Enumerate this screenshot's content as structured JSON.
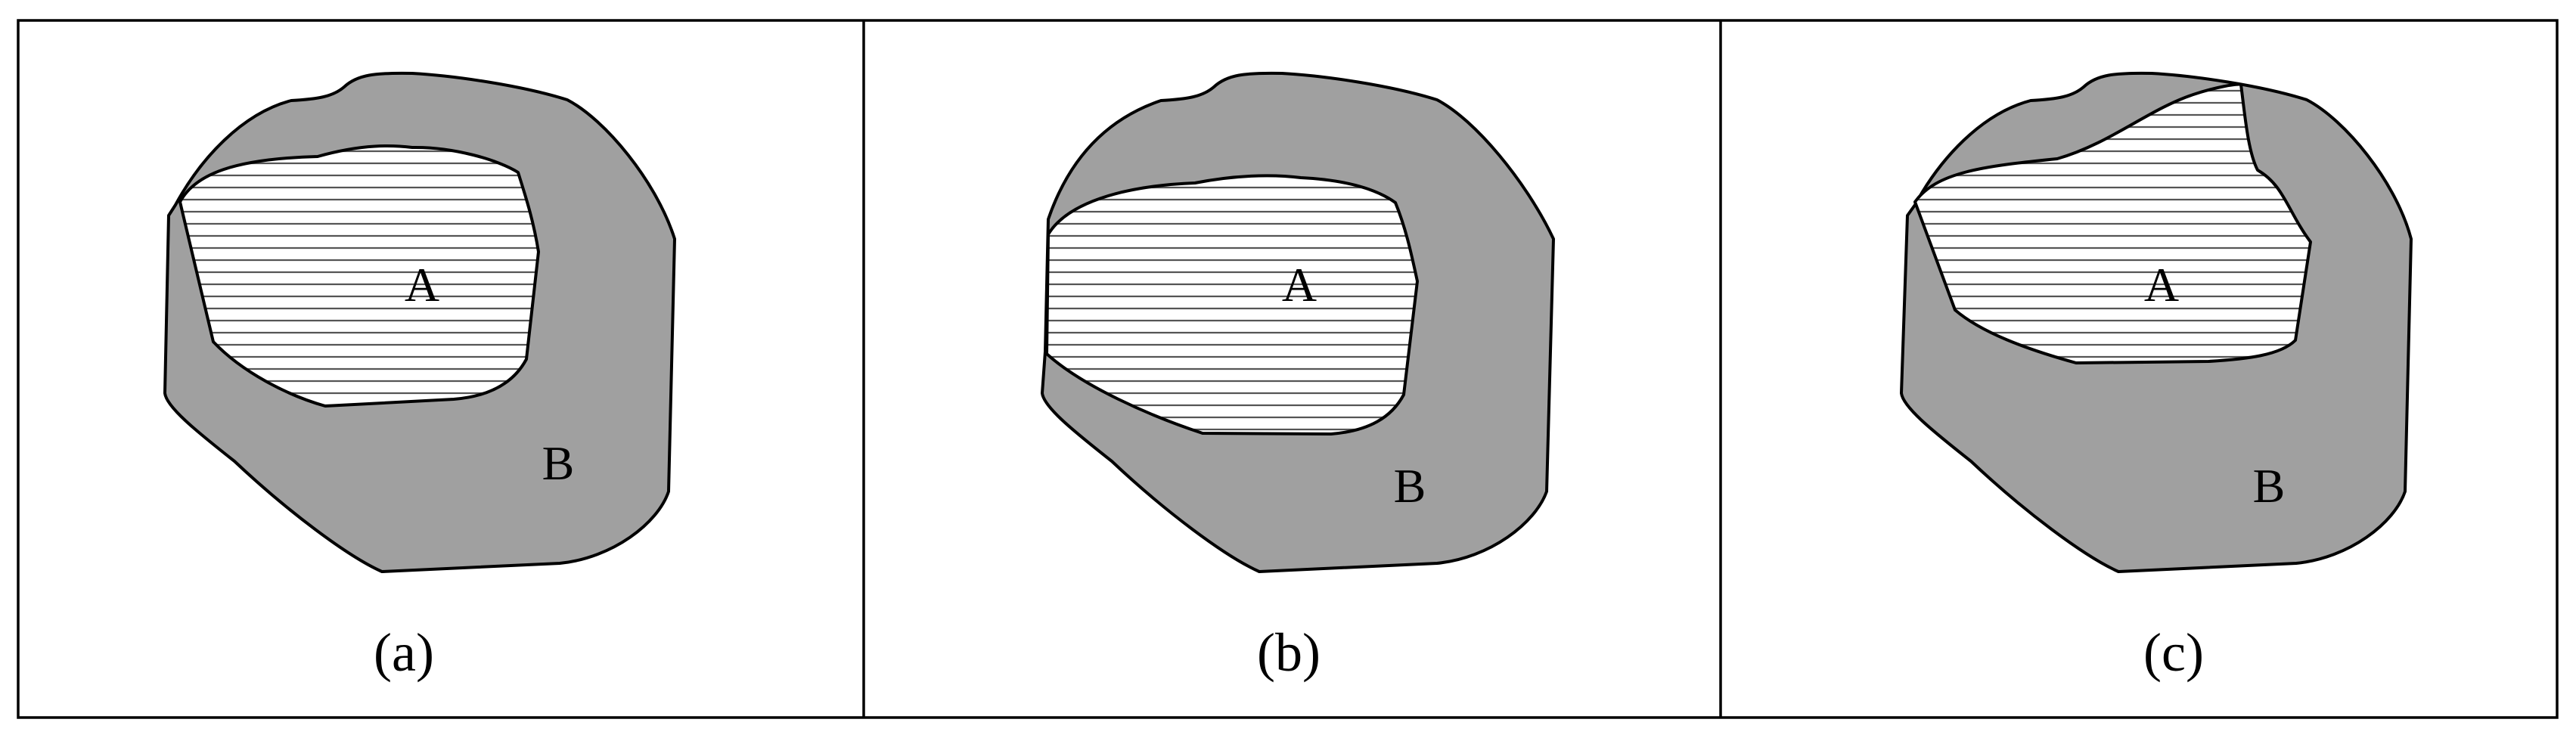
{
  "colors": {
    "region_b_fill": "#a0a0a0",
    "region_a_fill": "#ffffff",
    "hatch_line": "#555555",
    "outline": "#000000"
  },
  "panels": [
    {
      "id": "a",
      "label_a": "A",
      "label_b": "B",
      "caption": "(a)"
    },
    {
      "id": "b",
      "label_a": "A",
      "label_b": "B",
      "caption": "(b)"
    },
    {
      "id": "c",
      "label_a": "A",
      "label_b": "B",
      "caption": "(c)"
    }
  ]
}
